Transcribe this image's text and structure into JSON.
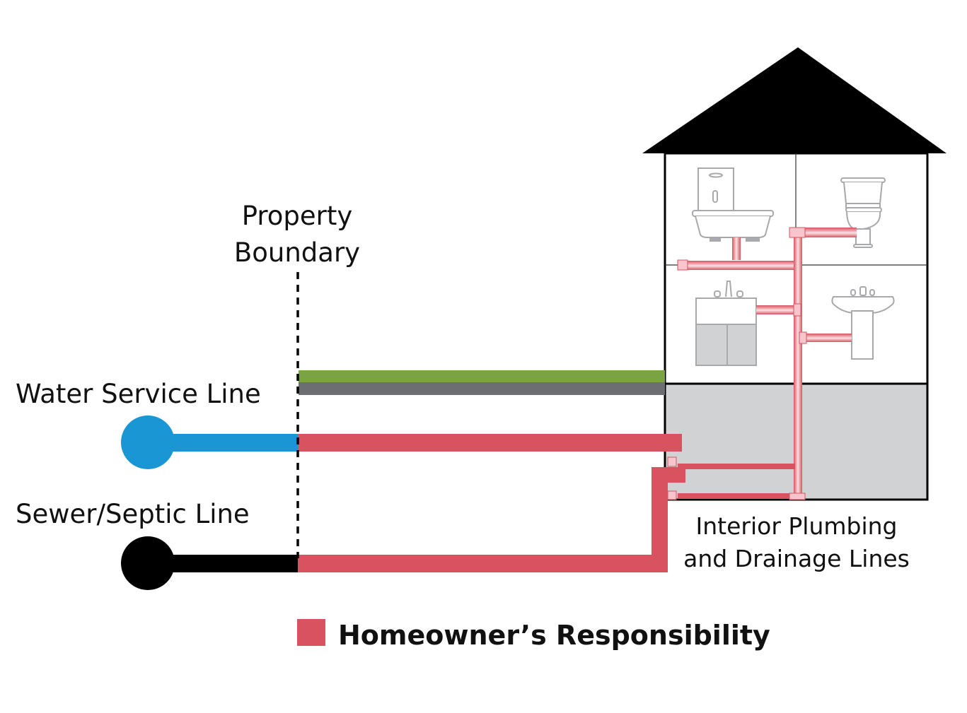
{
  "labels": {
    "property_boundary": [
      "Property",
      "Boundary"
    ],
    "water_service_line": "Water Service Line",
    "sewer_septic_line": "Sewer/Septic Line",
    "interior_plumbing": [
      "Interior Plumbing",
      "and Drainage Lines"
    ]
  },
  "legend": {
    "label": "Homeowner’s Responsibility",
    "swatch_color": "#d85260"
  },
  "colors": {
    "homeowner_pipe": "#d85260",
    "water_utility": "#1a96d4",
    "sewer_utility": "#000000",
    "grass": "#7aa343",
    "pavement": "#6d6e71",
    "basement": "#d1d2d4",
    "fixture_stroke": "#a7a9ac",
    "roof": "#000000"
  }
}
